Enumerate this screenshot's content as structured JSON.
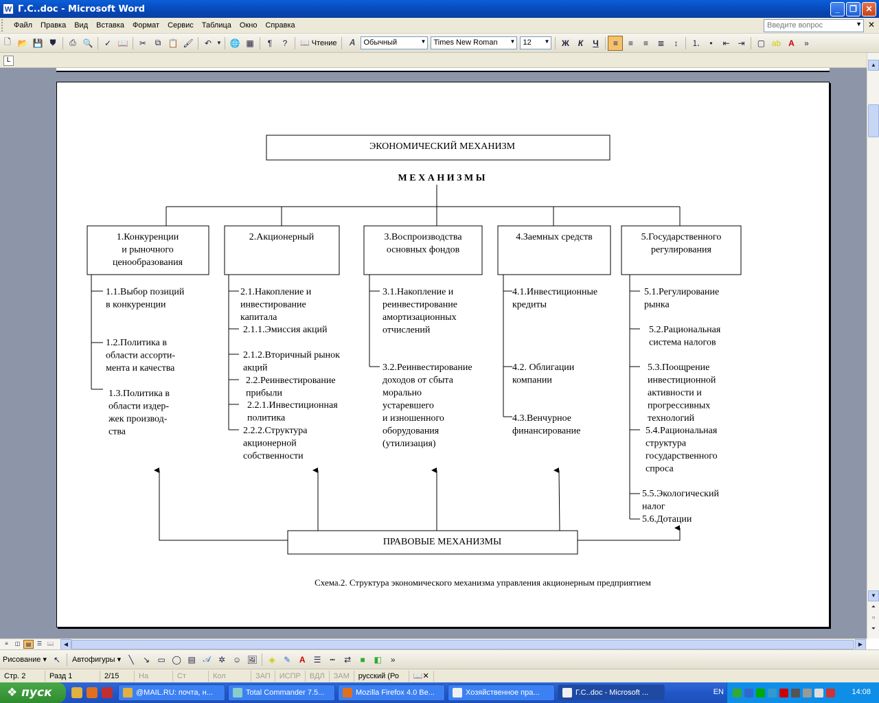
{
  "window": {
    "title": "Г.С..doc - Microsoft Word",
    "app_icon": "W"
  },
  "menu": [
    "Файл",
    "Правка",
    "Вид",
    "Вставка",
    "Формат",
    "Сервис",
    "Таблица",
    "Окно",
    "Справка"
  ],
  "ask": {
    "placeholder": "Введите вопрос"
  },
  "toolbar": {
    "reading": "Чтение",
    "style": "Обычный",
    "font": "Times New Roman",
    "size": "12"
  },
  "diagram": {
    "title": "ЭКОНОМИЧЕСКИЙ МЕХАНИЗМ",
    "subtitle": "М Е Х А Н И З М Ы",
    "boxes": [
      [
        "1.Конкуренции",
        "и рыночного",
        "ценообразования"
      ],
      [
        "2.Акционерный"
      ],
      [
        "3.Воспроизводства",
        "основных фондов"
      ],
      [
        "4.Заемных средств"
      ],
      [
        "5.Государственного",
        "регулирования"
      ]
    ],
    "col1": [
      [
        "1.1.Выбор позиций",
        "в конкуренции"
      ],
      [
        "1.2.Политика в",
        "области ассорти-",
        "мента и качества"
      ],
      [
        "1.3.Политика  в",
        "области издер-",
        "жек производ-",
        "ства"
      ]
    ],
    "col2": [
      [
        "2.1.Накопление и",
        "инвестирование",
        "капитала"
      ],
      [
        "2.1.1.Эмиссия акций"
      ],
      [
        "2.1.2.Вторичный рынок",
        "акций"
      ],
      [
        "2.2.Реинвестирование",
        "прибыли"
      ],
      [
        "2.2.1.Инвестиционная",
        "политика"
      ],
      [
        "2.2.2.Структура",
        "акционерной",
        "собственности"
      ]
    ],
    "col3": [
      [
        "3.1.Накопление и",
        "реинвестирование",
        "амортизационных",
        "отчислений"
      ],
      [
        "3.2.Реинвестирование",
        "доходов от сбыта",
        "морально",
        "устаревшего",
        "и изношенного",
        "оборудования",
        "(утилизация)"
      ]
    ],
    "col4": [
      [
        "4.1.Инвестиционные",
        "кредиты"
      ],
      [
        "4.2.  Облигации",
        "компании"
      ],
      [
        "4.3.Венчурное",
        "финансирование"
      ]
    ],
    "col5": [
      [
        "5.1.Регулирование",
        "рынка"
      ],
      [
        "5.2.Рациональная",
        "система  налогов"
      ],
      [
        "5.3.Поощрение",
        "инвестиционной",
        "активности и",
        "прогрессивных",
        "технологий"
      ],
      [
        "5.4.Рациональная",
        "структура",
        "государственного",
        "спроса"
      ],
      [
        "5.5.Экологический",
        "налог"
      ],
      [
        "5.6.Дотации"
      ]
    ],
    "legal": "ПРАВОВЫЕ МЕХАНИЗМЫ",
    "caption": "Схема.2. Структура экономического механизма управления акционерным предприятием"
  },
  "drawing": {
    "draw_label": "Рисование",
    "autoshapes_label": "Автофигуры"
  },
  "status": {
    "page": "Стр. 2",
    "section": "Разд 1",
    "pages": "2/15",
    "at": "На",
    "line": "Ст",
    "col": "Кол",
    "rec": "ЗАП",
    "trk": "ИСПР",
    "ext": "ВДЛ",
    "ovr": "ЗАМ",
    "lang": "русский (Ро"
  },
  "taskbar": {
    "start": "пуск",
    "tasks": [
      "@MAIL.RU: почта, н...",
      "Total Commander 7.5...",
      "Mozilla Firefox 4.0 Be...",
      "Хозяйственное  пра...",
      "Г.С..doc - Microsoft ..."
    ],
    "lang": "EN",
    "clock": "14:08"
  }
}
